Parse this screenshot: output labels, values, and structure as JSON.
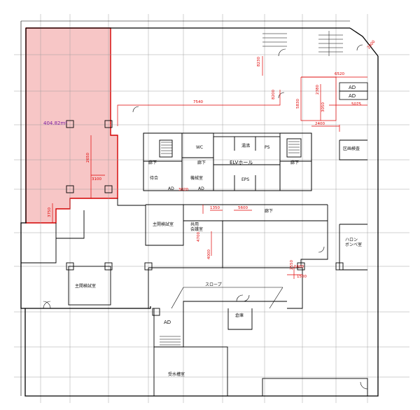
{
  "highlight": {
    "area_label": "404.82m²",
    "fill_color": "#f7c6c6",
    "stroke_color": "#d40000"
  },
  "dimensions": {
    "d7540": "7540",
    "d8200": "8200",
    "d8230": "8230",
    "d6520": "6520",
    "d2380": "2380",
    "d3050": "3050",
    "d5075": "5075",
    "d5830": "5830",
    "d2400": "2400",
    "d2900": "2900",
    "d2650": "2650",
    "d3100": "3100",
    "d3750": "3750",
    "d3020": "3020",
    "d1350": "1350",
    "d4000": "4000",
    "d5600": "5600",
    "d1500": "1500",
    "d2550": "2550",
    "d1600": "1600",
    "d4700": "4700"
  },
  "rooms": {
    "ad_top": "AD",
    "ad_top2": "AD",
    "elv_hall": "ELVホール",
    "corridor1": "廊下",
    "corridor2": "廊下",
    "corridor3": "廊下",
    "corridor4": "廊下",
    "shared_room": "共用\n会議室",
    "office_a": "主開検試室",
    "office_b": "主開検試室",
    "equip_room": "区画検査",
    "halon": "ハロン\nボンベ室",
    "slope": "スロープ",
    "ad_bottom": "AD",
    "storage": "倉庫",
    "reception": "受水槽室",
    "ad_small1": "AD",
    "ad_small2": "AD",
    "wc": "WC",
    "ps": "PS",
    "kitchen": "湯沸",
    "eps": "EPS",
    "mech": "機械室",
    "waiting": "待合"
  }
}
